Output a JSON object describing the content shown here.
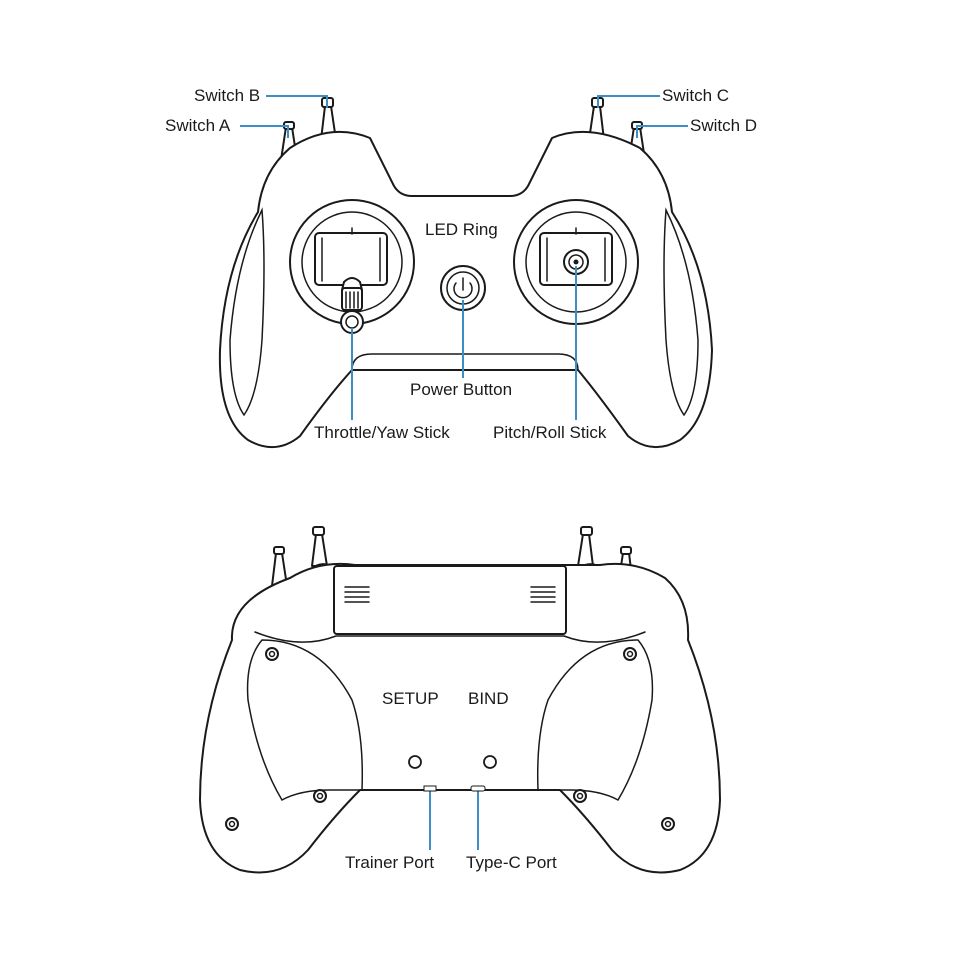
{
  "colors": {
    "outline": "#1a1a1a",
    "leader": "#3b8fc4",
    "background": "#ffffff"
  },
  "labels": {
    "switch_a": "Switch A",
    "switch_b": "Switch B",
    "switch_c": "Switch C",
    "switch_d": "Switch D",
    "led_ring": "LED Ring",
    "power_button": "Power Button",
    "throttle_yaw_stick": "Throttle/Yaw Stick",
    "pitch_roll_stick": "Pitch/Roll Stick",
    "setup": "SETUP",
    "bind": "BIND",
    "trainer_port": "Trainer Port",
    "type_c_port": "Type-C Port"
  }
}
